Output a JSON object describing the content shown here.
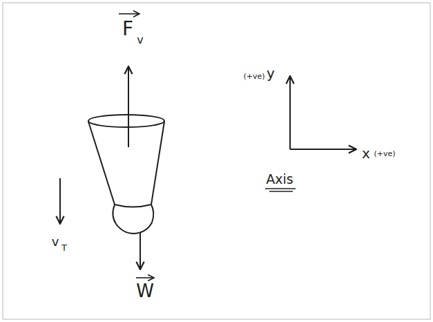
{
  "diagram": {
    "labels": [
      "F",
      "v",
      "(+ve)",
      "y",
      "x",
      "(+ve)",
      "Axis",
      "v",
      "T",
      "W"
    ]
  }
}
